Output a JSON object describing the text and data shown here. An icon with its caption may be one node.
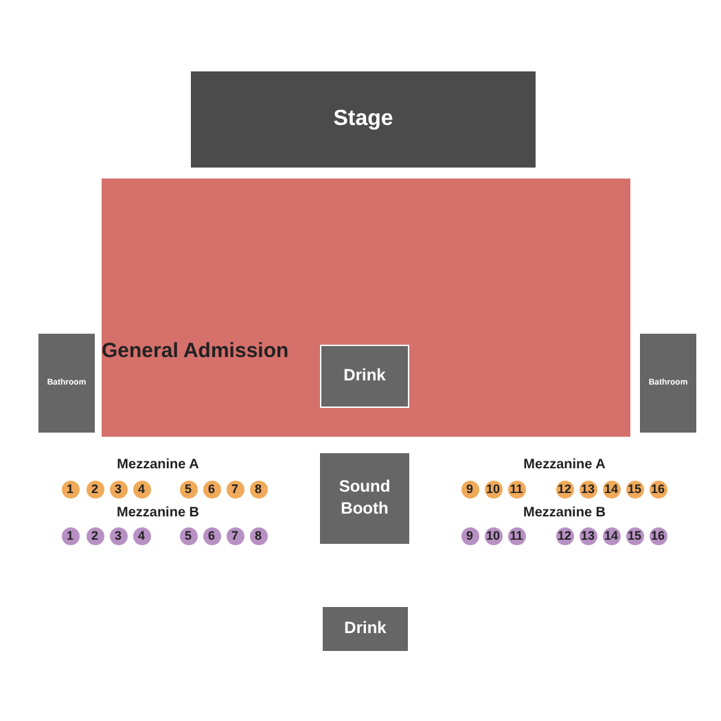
{
  "diagram": {
    "nodes": [
      {
        "text": [
          "Stage"
        ]
      },
      {
        "text": [
          "General Admission"
        ]
      },
      {
        "text": [
          "Bathroom"
        ]
      },
      {
        "text": [
          "Drink"
        ],
        "in": 1
      },
      {
        "text": [
          "Bathroom"
        ]
      },
      {
        "text": [
          "1"
        ]
      },
      {
        "text": [
          "2"
        ]
      },
      {
        "text": [
          "3"
        ]
      },
      {
        "text": [
          "4"
        ]
      },
      {
        "text": [
          "5"
        ]
      },
      {
        "text": [
          "6"
        ]
      },
      {
        "text": [
          "7"
        ]
      },
      {
        "text": [
          "8"
        ]
      },
      {
        "text": [
          "Sound Booth"
        ]
      },
      {
        "text": [
          "9"
        ]
      },
      {
        "text": [
          "10"
        ]
      },
      {
        "text": [
          "11"
        ]
      },
      {
        "text": [
          "12"
        ]
      },
      {
        "text": [
          "13"
        ]
      },
      {
        "text": [
          "14"
        ]
      },
      {
        "text": [
          "15"
        ]
      },
      {
        "text": [
          "16"
        ]
      },
      {
        "text": [
          "1"
        ]
      },
      {
        "text": [
          "2"
        ]
      },
      {
        "text": [
          "3"
        ]
      },
      {
        "text": [
          "4"
        ]
      },
      {
        "text": [
          "5"
        ]
      },
      {
        "text": [
          "6"
        ]
      },
      {
        "text": [
          "7"
        ]
      },
      {
        "text": [
          "8"
        ]
      },
      {
        "text": [
          "9"
        ]
      },
      {
        "text": [
          "10"
        ]
      },
      {
        "text": [
          "11"
        ]
      },
      {
        "text": [
          "12"
        ]
      },
      {
        "text": [
          "13"
        ]
      },
      {
        "text": [
          "14"
        ]
      },
      {
        "text": [
          "15"
        ]
      },
      {
        "text": [
          "16"
        ]
      },
      {
        "text": [
          "Drink"
        ]
      }
    ],
    "labels": [
      "Mezzanine A",
      "Mezzanine A",
      "Mezzanine B",
      "Mezzanine B"
    ]
  }
}
